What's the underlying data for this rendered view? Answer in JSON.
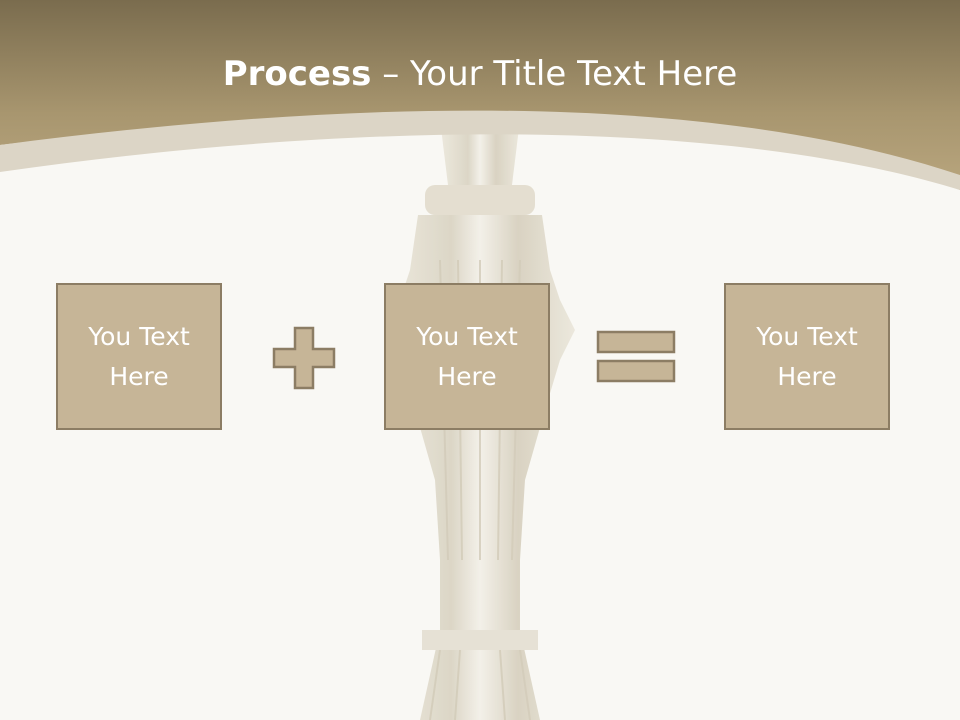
{
  "title": {
    "bold": "Process",
    "rest": " – Your Title Text Here"
  },
  "boxes": [
    {
      "text": "You Text Here"
    },
    {
      "text": "You Text Here"
    },
    {
      "text": "You Text Here"
    }
  ],
  "operators": {
    "first": "plus-icon",
    "second": "equals-icon"
  },
  "colors": {
    "header": "#9c8b66",
    "box_fill": "#c6b597",
    "box_border": "#8c7d64",
    "background": "#f9f8f4"
  }
}
